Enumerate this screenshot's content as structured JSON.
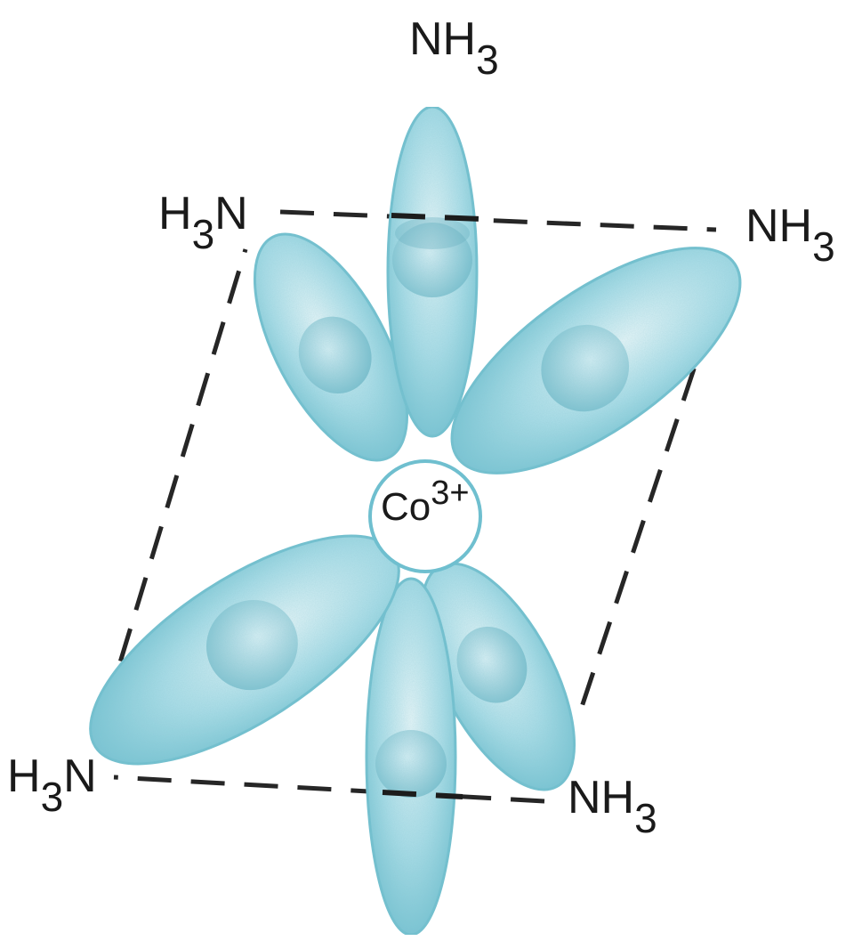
{
  "center": {
    "element": "Co",
    "charge": "3+"
  },
  "ligands": {
    "top": {
      "parts": [
        "NH",
        "3"
      ]
    },
    "upper_left": {
      "parts": [
        "H",
        "3",
        "N"
      ]
    },
    "upper_right": {
      "parts": [
        "NH",
        "3"
      ]
    },
    "lower_left": {
      "parts": [
        "H",
        "3",
        "N"
      ]
    },
    "lower_right": {
      "parts": [
        "NH",
        "3"
      ]
    }
  },
  "colors": {
    "orbital_fill": "#8fd0dc",
    "orbital_edge": "#5fb3c4",
    "orbital_dark": "#4f9fb1",
    "dash_line": "#262626",
    "text": "#1a1a1a"
  }
}
